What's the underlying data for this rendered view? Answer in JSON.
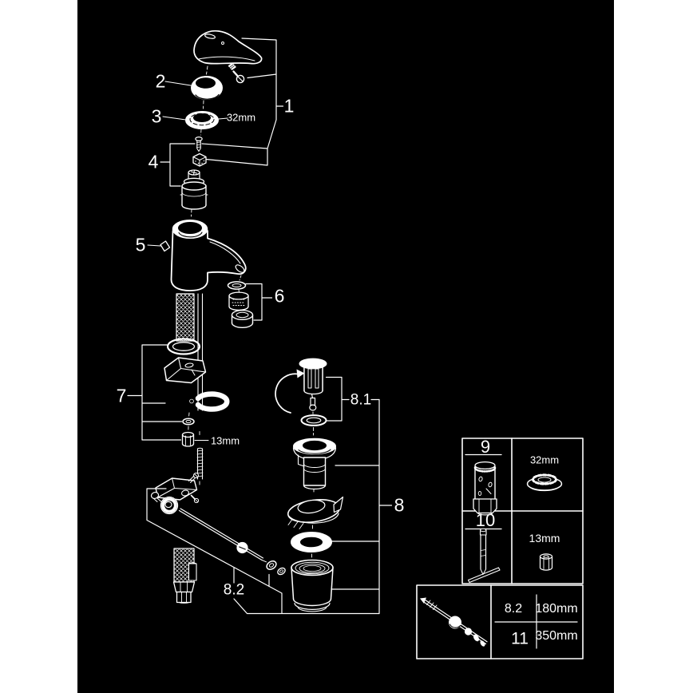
{
  "diagram": {
    "page_background": "#ffffff",
    "background": "#000000",
    "line_color": "#ffffff",
    "callouts": {
      "c1": "1",
      "c2": "2",
      "c3": "3",
      "c4": "4",
      "c5": "5",
      "c6": "6",
      "c7": "7",
      "c8": "8",
      "c8_1": "8.1",
      "c8_2": "8.2",
      "dim_escutcheon": "32mm",
      "dim_nut": "13mm"
    },
    "tools_panel": {
      "cells": [
        {
          "id": "9",
          "dim": "32mm"
        },
        {
          "id": "10",
          "dim": "13mm"
        }
      ]
    },
    "rod_panel": {
      "rows": [
        {
          "ref": "8.2",
          "length": "180mm"
        },
        {
          "ref": "11",
          "length": "350mm"
        }
      ]
    }
  }
}
